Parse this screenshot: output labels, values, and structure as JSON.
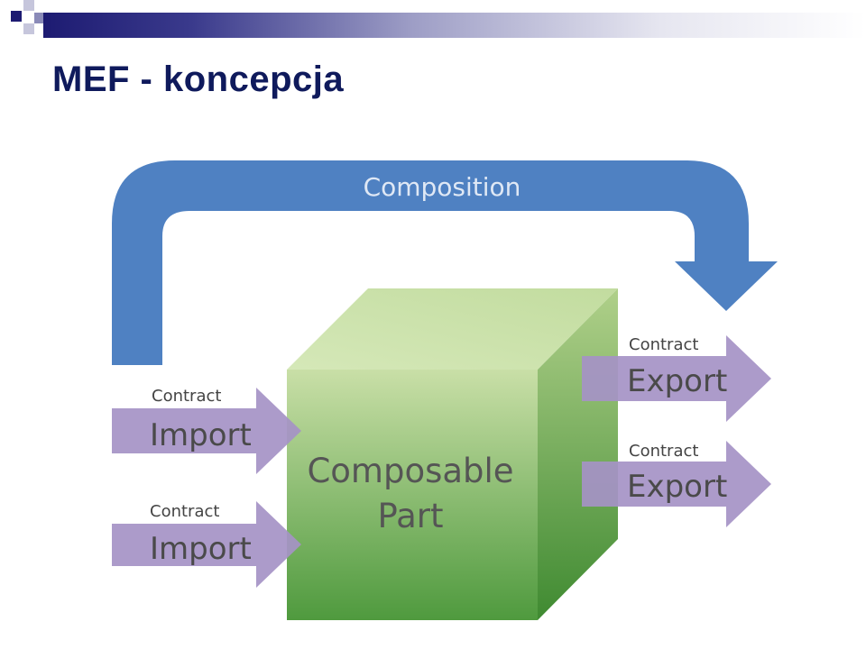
{
  "slide": {
    "title": "MEF - koncepcja"
  },
  "diagram": {
    "composition_label": "Composition",
    "part_label_line1": "Composable",
    "part_label_line2": "Part",
    "imports": [
      {
        "contract_label": "Contract",
        "label": "Import"
      },
      {
        "contract_label": "Contract",
        "label": "Import"
      }
    ],
    "exports": [
      {
        "contract_label": "Contract",
        "label": "Export"
      },
      {
        "contract_label": "Contract",
        "label": "Export"
      }
    ]
  },
  "colors": {
    "title": "#0f1a5c",
    "composition_arrow": "#4f81c2",
    "arrow_purple": "#a592c6",
    "cube_green_top": "#c9dfa7",
    "cube_green_bottom": "#4f9a3e"
  }
}
